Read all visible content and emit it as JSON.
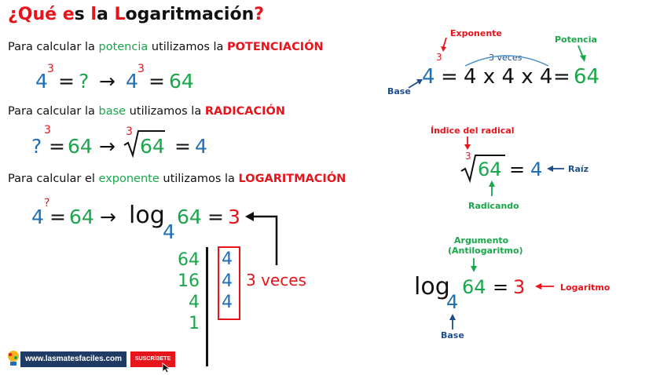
{
  "title": {
    "p1": "¿Qué ",
    "p2": "e",
    "p3": "s ",
    "p4": "l",
    "p5": "a ",
    "p6": "L",
    "p7": "ogaritmación",
    "p8": "?"
  },
  "potencia_line": {
    "pre": "Para calcular la ",
    "key": "potencia",
    "mid": " utilizamos la ",
    "op": "POTENCIACIÓN"
  },
  "eq1": {
    "base": "4",
    "exp": "3",
    "eq": "=",
    "q": "?",
    "arrow": "→",
    "base2": "4",
    "exp2": "3",
    "eq2": "=",
    "result": "64"
  },
  "base_line": {
    "pre": "Para calcular la ",
    "key": "base",
    "mid": " utilizamos la ",
    "op": "RADICACIÓN"
  },
  "eq2": {
    "q": "?",
    "exp": "3",
    "eq": "=",
    "val": "64",
    "arrow": "→",
    "index": "3",
    "radicand": "64",
    "eq2": "=",
    "result": "4"
  },
  "exp_line": {
    "pre": "Para calcular el ",
    "key": "exponente",
    "mid": " utilizamos la ",
    "op": "LOGARITMACIÓN"
  },
  "eq3": {
    "base": "4",
    "exp": "?",
    "eq": "=",
    "val": "64",
    "arrow": "→",
    "log": "log",
    "logbase": "4",
    "arg": "64",
    "eq2": "=",
    "result": "3"
  },
  "division": {
    "left": [
      "64",
      "16",
      "4",
      "1"
    ],
    "right": [
      "4",
      "4",
      "4"
    ],
    "times": "3 veces"
  },
  "right_top": {
    "exponente": "Exponente",
    "potencia": "Potencia",
    "exp": "3",
    "veces": "3 veces",
    "base_lbl": "Base",
    "base": "4",
    "eq": "=",
    "expansion": "4 x 4 x 4",
    "eq2": "=",
    "result": "64"
  },
  "right_mid": {
    "indice": "Índice del radical",
    "index": "3",
    "radicand": "64",
    "eq": "=",
    "result": "4",
    "raiz": "Raíz",
    "radicando": "Radicando"
  },
  "right_bot": {
    "argumento1": "Argumento",
    "argumento2": "(Antilogaritmo)",
    "log": "log",
    "logbase": "4",
    "arg": "64",
    "eq": "=",
    "result": "3",
    "logaritmo": "Logaritmo",
    "base_lbl": "Base"
  },
  "footer": {
    "website": "www.lasmatesfaciles.com",
    "subscribe": "SUSCRÍBETE"
  },
  "colors": {
    "red": "#e8141c",
    "blue": "#1f6fb4",
    "green": "#1aa64b",
    "navy": "#1f4f8a"
  }
}
